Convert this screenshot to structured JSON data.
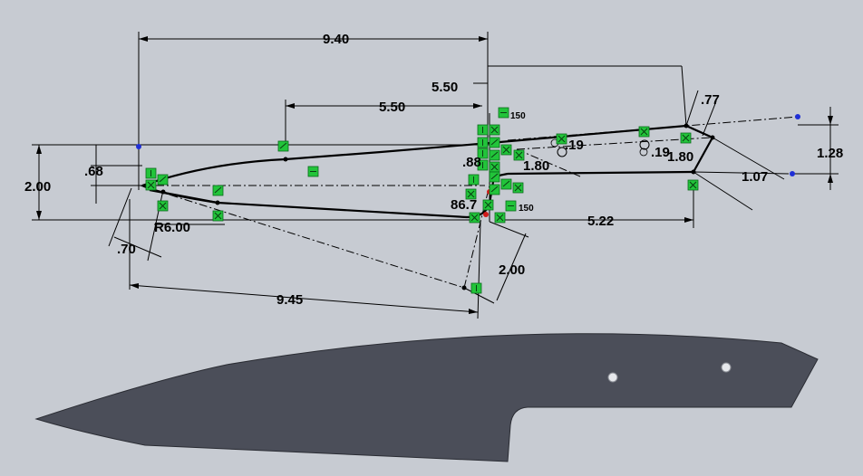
{
  "sketch": {
    "dimensions": [
      {
        "id": "overall-length-top",
        "value": "9.40"
      },
      {
        "id": "handle-depth",
        "value": "5.50"
      },
      {
        "id": "spine-offset",
        "value": "5.50"
      },
      {
        "id": "tip-angle-dim",
        "value": ".77"
      },
      {
        "id": "right-height",
        "value": "1.28"
      },
      {
        "id": "blade-height",
        "value": "2.00"
      },
      {
        "id": "tip-height",
        "value": ".68"
      },
      {
        "id": "pin-spacing-a",
        "value": "1.80"
      },
      {
        "id": "pin-spacing-b",
        "value": "1.80"
      },
      {
        "id": "pin-dia-a",
        "value": ".19"
      },
      {
        "id": "pin-dia-b",
        "value": ".19"
      },
      {
        "id": "end-width",
        "value": "1.07"
      },
      {
        "id": "choil-radius",
        "value": "R6.00"
      },
      {
        "id": "heel-offset",
        "value": ".70"
      },
      {
        "id": "edge-length",
        "value": "9.45"
      },
      {
        "id": "handle-length",
        "value": "5.22"
      },
      {
        "id": "choil-drop",
        "value": "2.00"
      },
      {
        "id": "choil-angle",
        "value": "86.7"
      },
      {
        "id": "small-dim-a",
        "value": ".88"
      },
      {
        "id": "small-dim-b",
        "value": "150"
      },
      {
        "id": "small-dim-c",
        "value": "150"
      }
    ],
    "colors": {
      "background": "#c7cbd2",
      "relation-marker": "#22c43a",
      "sketch-line": "#000000",
      "point-blue": "#1f2fd6",
      "point-red": "#d11a1a",
      "part-body": "#4b4e59"
    }
  }
}
